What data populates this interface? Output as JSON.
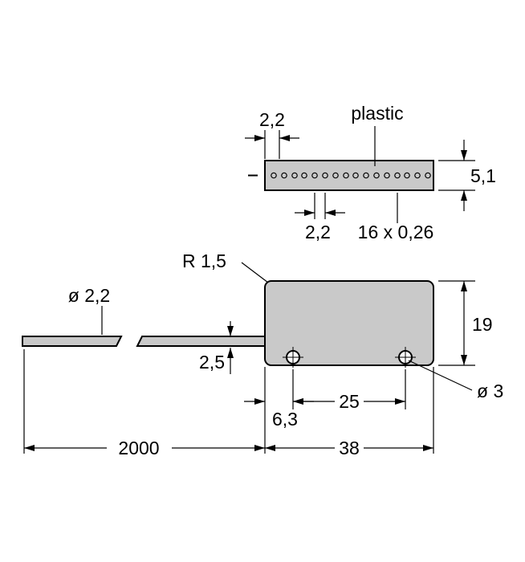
{
  "colors": {
    "background": "#ffffff",
    "body_fill": "#c9c9c9",
    "line": "#000000"
  },
  "top_view": {
    "material": "plastic",
    "edge_offset": "2,2",
    "thickness": "5,1",
    "hole_pitch": "2,2",
    "hole_spec": "16 x 0,26"
  },
  "front_view": {
    "corner_radius": "R 1,5",
    "cable_diameter": "ø 2,2",
    "body_height": "19",
    "cable_offset": "2,5",
    "hole_spacing": "25",
    "hole_diameter": "ø 3",
    "hole_edge_distance": "6,3",
    "cable_length": "2000",
    "body_width": "38"
  }
}
